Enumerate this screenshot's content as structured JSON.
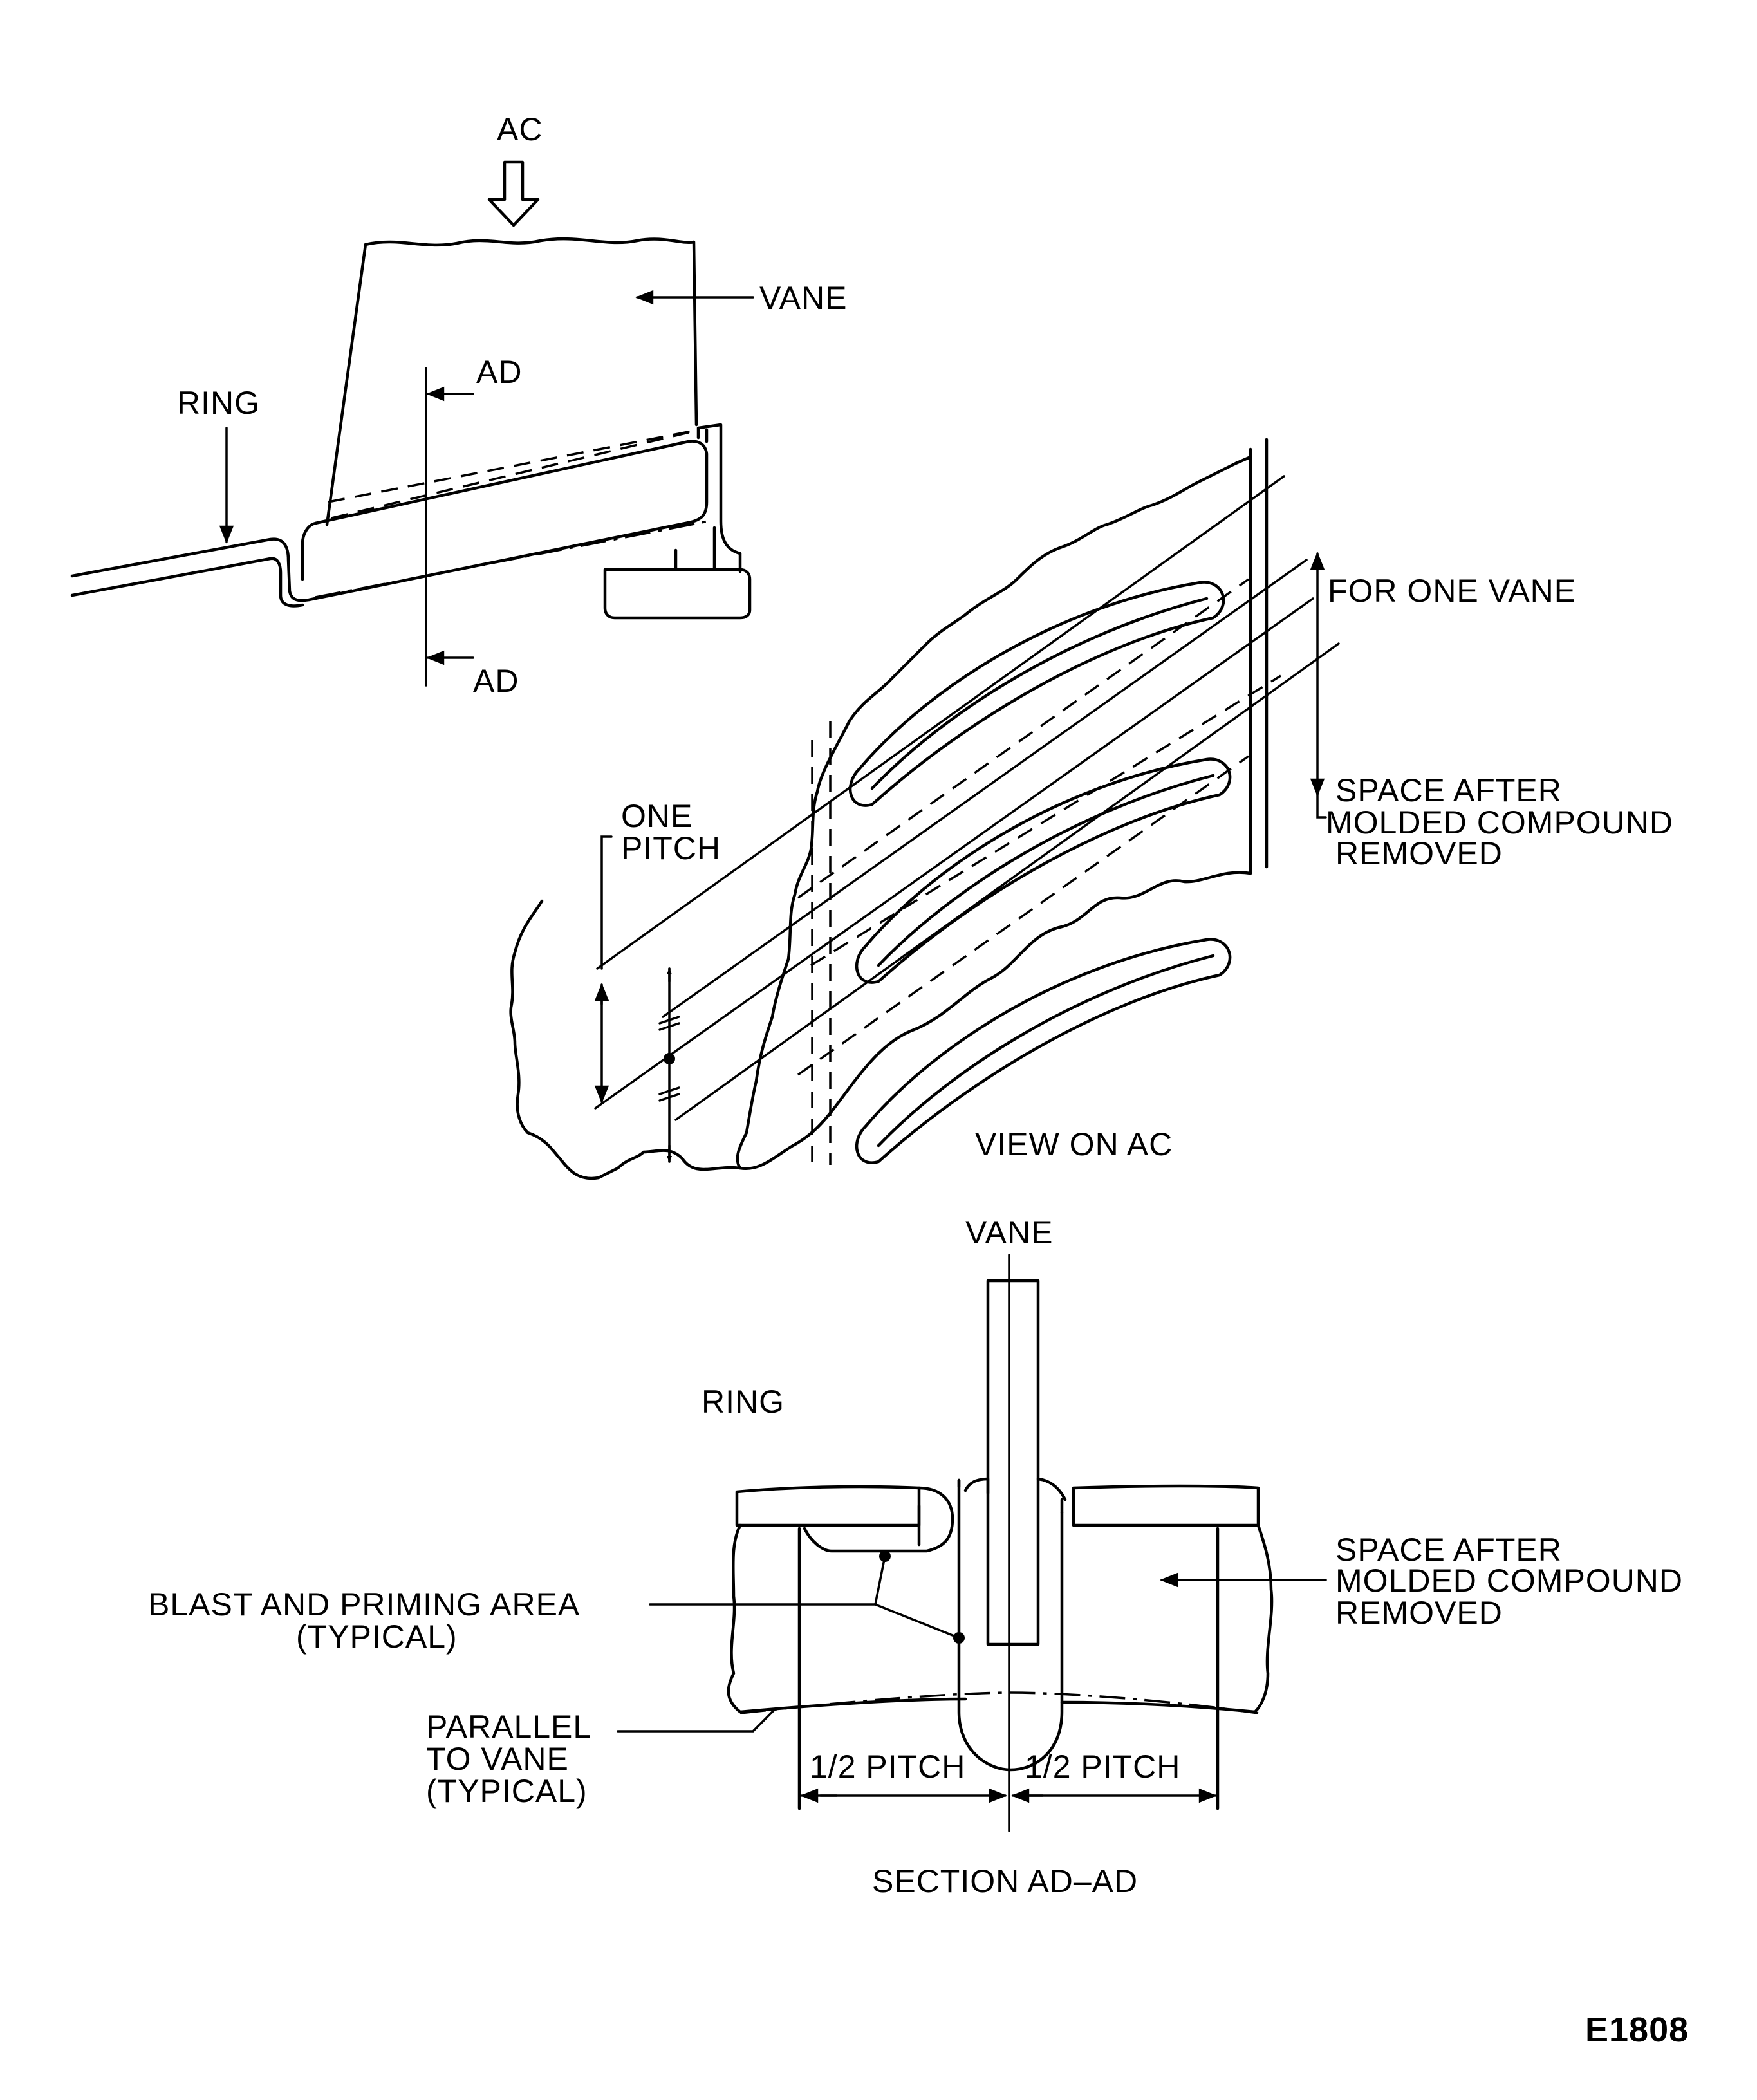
{
  "top_view": {
    "ac_label": "AC",
    "vane_label": "VANE",
    "ad_top": "AD",
    "ad_bottom": "AD",
    "ring_label": "RING"
  },
  "view_on_ac": {
    "for_one_vane": "FOR ONE VANE",
    "space_after": [
      "SPACE AFTER",
      "MOLDED COMPOUND",
      "REMOVED"
    ],
    "one_pitch": [
      "ONE",
      "PITCH"
    ],
    "caption": "VIEW ON AC"
  },
  "section": {
    "vane_label": "VANE",
    "ring_label": "RING",
    "blast_area": [
      "BLAST AND PRIMING AREA",
      "(TYPICAL)"
    ],
    "space_after": [
      "SPACE AFTER",
      "MOLDED COMPOUND",
      "REMOVED"
    ],
    "parallel": [
      "PARALLEL",
      "TO VANE",
      "(TYPICAL)"
    ],
    "half_pitch_left": "1/2 PITCH",
    "half_pitch_right": "1/2 PITCH",
    "caption": "SECTION AD–AD"
  },
  "figure_code": "E1808"
}
